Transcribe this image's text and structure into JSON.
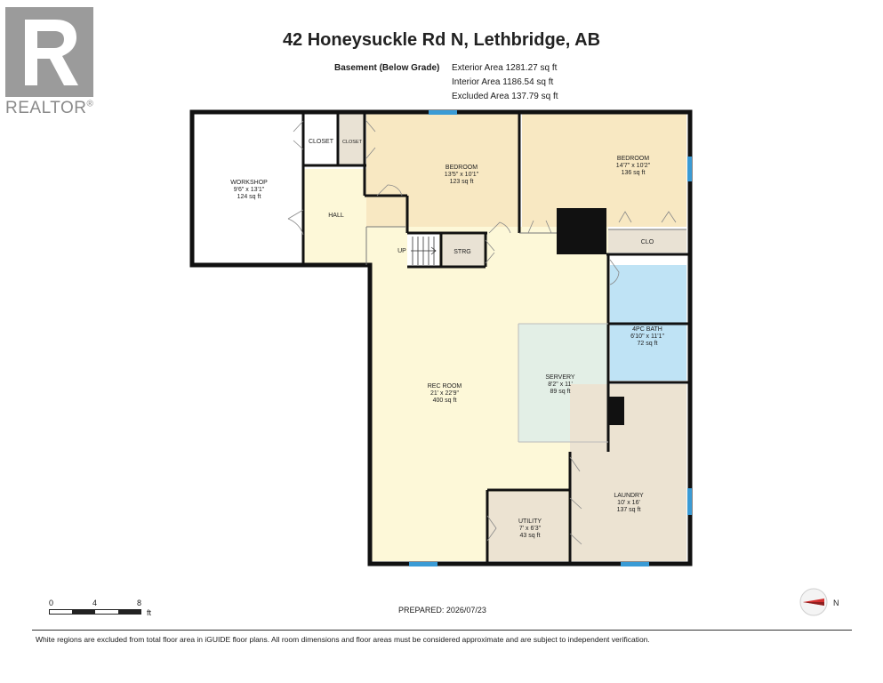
{
  "header": {
    "brand_text": "REALTOR",
    "brand_mark": "®",
    "brand_logo_letter": "R",
    "title": "42 Honeysuckle Rd N, Lethbridge, AB"
  },
  "areas": {
    "level_label": "Basement (Below Grade)",
    "exterior": "Exterior Area 1281.27 sq ft",
    "interior": "Interior Area 1186.54 sq ft",
    "excluded": "Excluded Area 137.79 sq ft"
  },
  "rooms": {
    "workshop": {
      "name": "WORKSHOP",
      "dims": "9'6\" x 13'1\"",
      "area": "124 sq ft"
    },
    "closet1": {
      "name": "CLOSET"
    },
    "closet2": {
      "name": "CLOSET"
    },
    "hall": {
      "name": "HALL"
    },
    "bedroom1": {
      "name": "BEDROOM",
      "dims": "13'5\" x 10'1\"",
      "area": "123 sq ft"
    },
    "bedroom2": {
      "name": "BEDROOM",
      "dims": "14'7\" x 10'2\"",
      "area": "136 sq ft"
    },
    "clo": {
      "name": "CLO"
    },
    "up": {
      "name": "UP"
    },
    "strg": {
      "name": "STRG"
    },
    "bath": {
      "name": "4PC BATH",
      "dims": "6'10\" x 11'1\"",
      "area": "72 sq ft"
    },
    "rec": {
      "name": "REC ROOM",
      "dims": "21' x 22'9\"",
      "area": "400 sq ft"
    },
    "servery": {
      "name": "SERVERY",
      "dims": "8'2\" x 11'",
      "area": "89 sq ft"
    },
    "laundry": {
      "name": "LAUNDRY",
      "dims": "10' x 16'",
      "area": "137 sq ft"
    },
    "utility": {
      "name": "UTILITY",
      "dims": "7' x 6'3\"",
      "area": "43 sq ft"
    }
  },
  "colors": {
    "wall": "#111111",
    "bedroom": "#f8e8c2",
    "main": "#fdf8d8",
    "bath": "#bfe3f5",
    "servery": "#e3efe6",
    "laundry": "#ece3d2",
    "closet": "#e9e2d4",
    "window": "#3a9bd5"
  },
  "scale": {
    "ticks": [
      "0",
      "4",
      "8"
    ],
    "unit": "ft"
  },
  "footer": {
    "prepared": "PREPARED: 2026/07/23",
    "disclaimer": "White regions are excluded from total floor area in iGUIDE floor plans. All room dimensions and floor areas must be considered approximate and are subject to independent verification.",
    "compass_label": "N"
  }
}
